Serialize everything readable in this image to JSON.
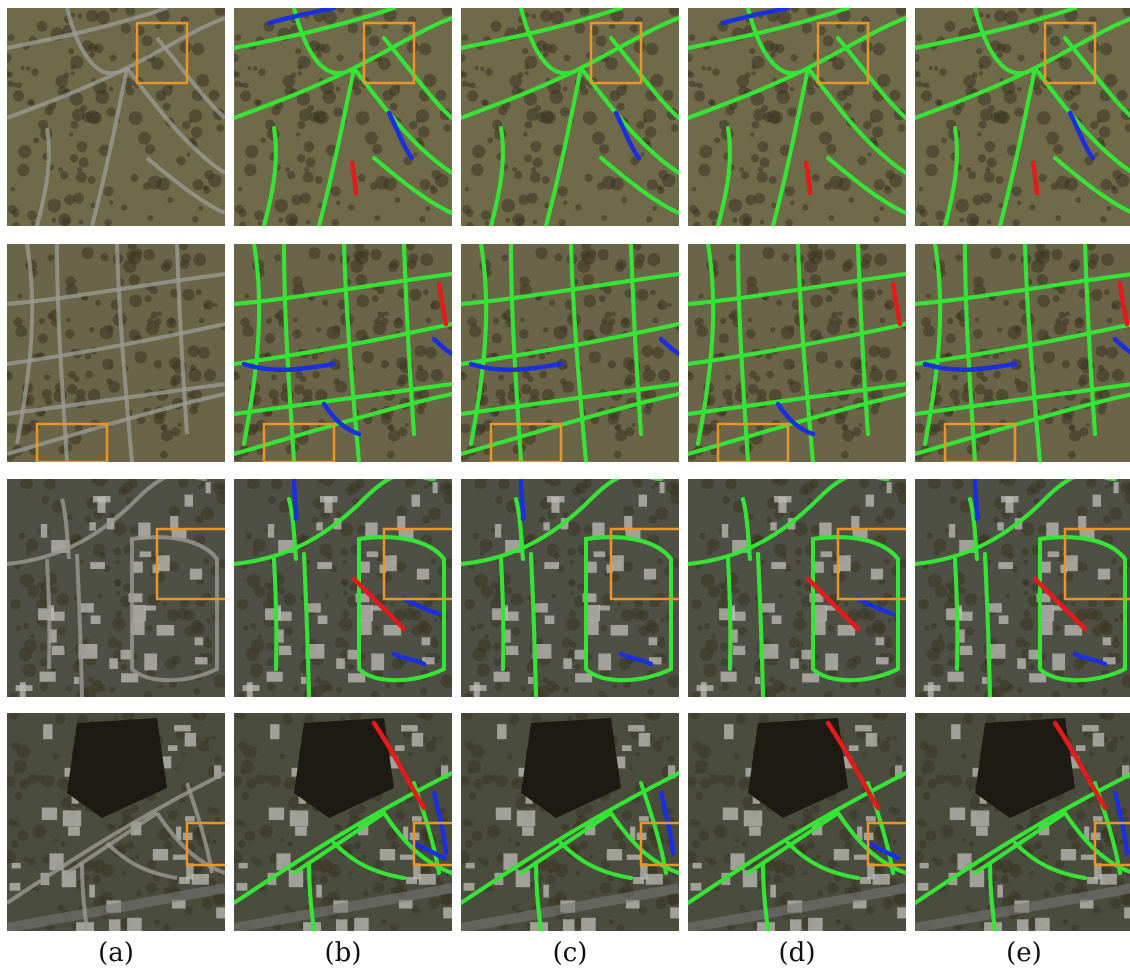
{
  "figure": {
    "columns": [
      {
        "caption": "(a)",
        "variant": "satellite-image"
      },
      {
        "caption": "(b)",
        "variant": "prediction-overlay"
      },
      {
        "caption": "(c)",
        "variant": "prediction-overlay"
      },
      {
        "caption": "(d)",
        "variant": "prediction-overlay"
      },
      {
        "caption": "(e)",
        "variant": "prediction-overlay"
      }
    ],
    "rows": [
      {
        "scene": "park-cemetery-paths",
        "ground": "#6f6a4a"
      },
      {
        "scene": "wooded-cemetery-grid",
        "ground": "#6a6448"
      },
      {
        "scene": "urban-buildings-loop-road",
        "ground": "#4f5045"
      },
      {
        "scene": "pond-and-rail-corridor",
        "ground": "#4a4c3e"
      }
    ],
    "colors": {
      "true_positive": "#33e633",
      "false_negative": "#1a2fe0",
      "false_positive": "#e61a1a",
      "highlight_box": "#e8962a",
      "road": "#9a9a92",
      "water": "#1c1a12",
      "building": "#bdbdb8",
      "tree": "#3b3522"
    }
  }
}
